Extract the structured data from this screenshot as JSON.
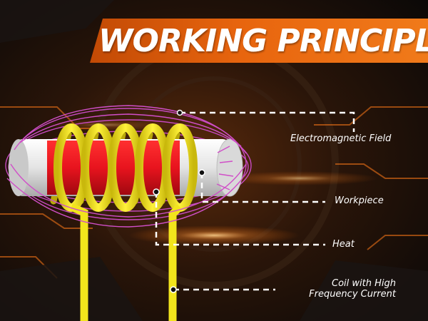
{
  "title": "WORKING PRINCIPLE",
  "labels": {
    "field": "Electromagnetic Field",
    "workpiece": "Workpiece",
    "heat": "Heat",
    "coil_line1": "Coil with High",
    "coil_line2": "Frequency Current"
  },
  "colors": {
    "accent": "#e8650e",
    "coil": "#f2e51c",
    "heat": "#e8141e",
    "field": "#d04fc8",
    "workpiece": "#e9e9e9"
  }
}
